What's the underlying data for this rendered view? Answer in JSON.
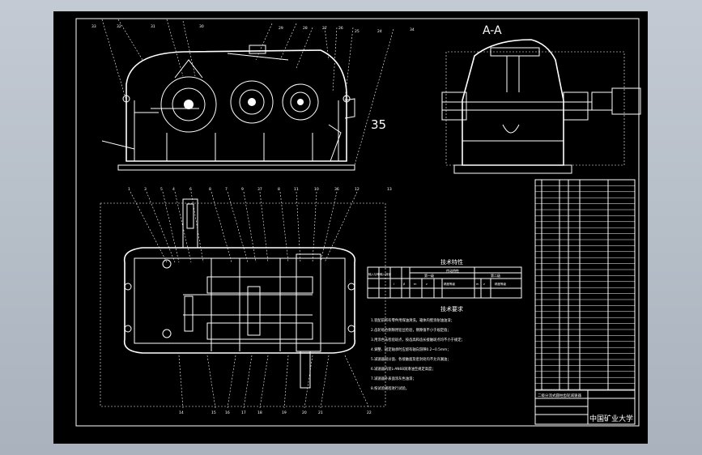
{
  "drawing": {
    "section_label": "A-A",
    "big_callout": "35",
    "colors": {
      "background": "#000000",
      "lines": "#ffffff",
      "frame": "#a9b2bd"
    }
  },
  "top_view_callouts": [
    "1",
    "3",
    "5",
    "4",
    "6",
    "8",
    "7",
    "9",
    "37",
    "8",
    "11",
    "10",
    "36",
    "12",
    "13"
  ],
  "bottom_callouts": [
    "14",
    "15",
    "16",
    "17",
    "18",
    "19",
    "20",
    "21",
    "22"
  ],
  "front_view_callouts": [
    "33",
    "32",
    "31",
    "30",
    "29",
    "28",
    "27",
    "26",
    "25",
    "24",
    "34"
  ],
  "tech_table": {
    "title": "技术特性",
    "group_header": "传动特性",
    "first_stage": "第一级",
    "second_stage": "第二级",
    "col_headers": [
      "输入功率",
      "输入转速",
      "i",
      "β",
      "m",
      "z",
      "精度等级",
      "m",
      "z",
      "精度等级"
    ]
  },
  "requirements": {
    "title": "技术要求",
    "lines": [
      "1.装配前所有零件用煤油清洗，箱体内壁涂耐油油漆；",
      "2.齿轮啮合侧隙用铅丝检验，侧隙值不小于规定值；",
      "3.用涂色法检验斑点，按齿高和齿长接触斑点均不小于规定；",
      "4.调整、固定轴承时应留有轴向游隙0.2~0.5mm；",
      "5.减速器剖分面、各接触面及密封处均不允许漏油；",
      "6.减速器内装L-AN68润滑油至规定高度；",
      "7.减速器外表面涂灰色油漆；",
      "8.按试验规程进行试验。"
    ]
  },
  "title_block": {
    "drawing_name": "二级分流式圆柱齿轮减速器",
    "school": "中国矿业大学"
  }
}
